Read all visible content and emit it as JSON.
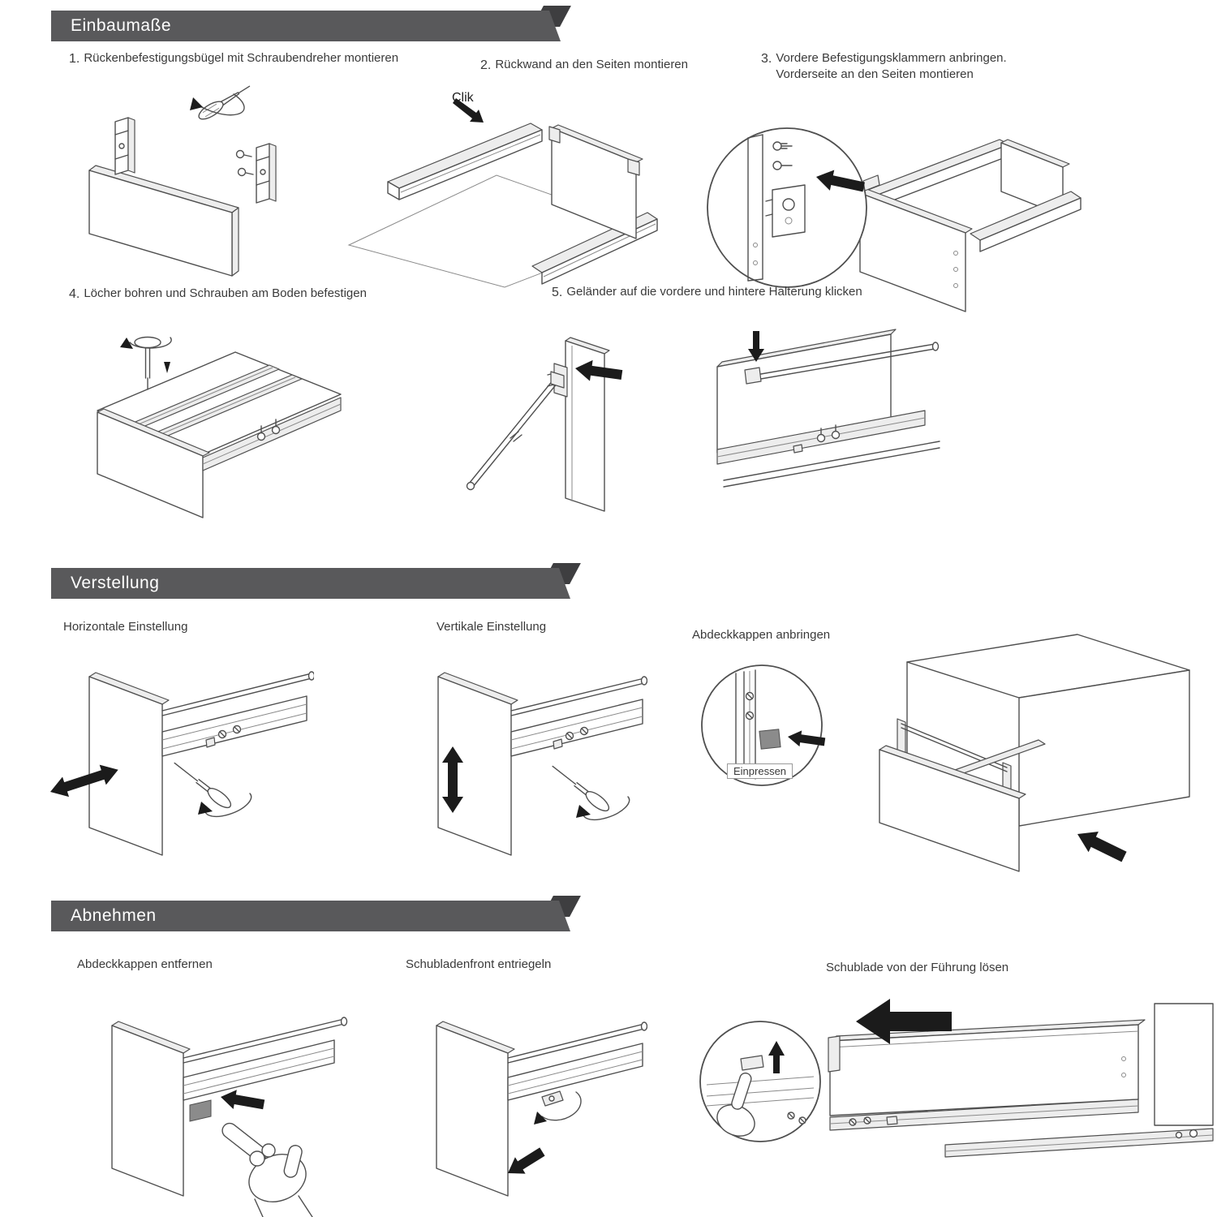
{
  "sections": {
    "einbau": {
      "title": "Einbaumaße",
      "steps": {
        "s1": {
          "num": "1.",
          "text": "Rückenbefestigungsbügel mit Schraubendreher montieren"
        },
        "s2": {
          "num": "2.",
          "text": "Rückwand an den Seiten montieren"
        },
        "s3": {
          "num": "3.",
          "line1": "Vordere Befestigungsklammern anbringen.",
          "line2": "Vorderseite an den Seiten montieren"
        },
        "s4": {
          "num": "4.",
          "text": "Löcher bohren und Schrauben am Boden befestigen"
        },
        "s5": {
          "num": "5.",
          "text": "Geländer auf die vordere und hintere Halterung klicken"
        }
      },
      "annotations": {
        "clik": "Clik"
      }
    },
    "verstellung": {
      "title": "Verstellung",
      "labels": {
        "horizontal": "Horizontale Einstellung",
        "vertikal": "Vertikale Einstellung",
        "abdeckkappen": "Abdeckkappen anbringen",
        "einpressen": "Einpressen"
      }
    },
    "abnehmen": {
      "title": "Abnehmen",
      "labels": {
        "kappen": "Abdeckkappen entfernen",
        "front": "Schubladenfront entriegeln",
        "fuehrung": "Schublade von der Führung lösen"
      }
    }
  },
  "colors": {
    "banner": "#59595b",
    "banner_fold": "#3e3e40",
    "line": "#4f4f4f",
    "arrow": "#1b1b1b",
    "cap": "#8b8b8b",
    "background": "#ffffff"
  }
}
